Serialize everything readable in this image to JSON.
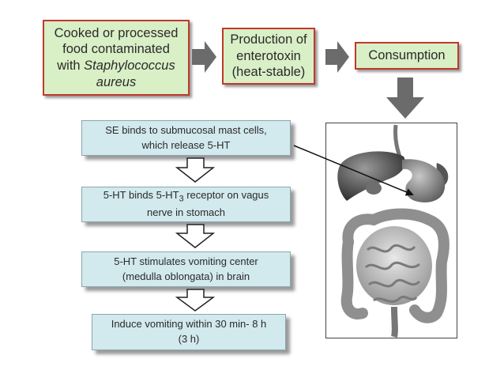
{
  "top_boxes": {
    "contaminated_food": {
      "line1": "Cooked or processed",
      "line2": "food contaminated",
      "line3_prefix": "with ",
      "line3_italic": "Staphylococcus",
      "line4_italic": "aureus"
    },
    "enterotoxin": "Production of\nenterotoxin\n(heat-stable)",
    "consumption": "Consumption"
  },
  "steps": {
    "step1": "SE binds to submucosal mast cells,\nwhich release 5-HT",
    "step2_part1": "5-HT binds 5-HT",
    "step2_sub": "3",
    "step2_part2": " receptor on vagus",
    "step2_line2": "nerve in stomach",
    "step3": "5-HT stimulates vomiting center\n(medulla oblongata) in brain",
    "step4": "Induce vomiting within 30 min- 8 h\n(3 h)"
  },
  "colors": {
    "top_box_fill": "#d9efc6",
    "top_box_border": "#c0392b",
    "step_box_fill": "#d2e9ee",
    "gray_arrow": "#6b6b6b"
  },
  "illustration": {
    "icon": "digestive-system-icon"
  }
}
